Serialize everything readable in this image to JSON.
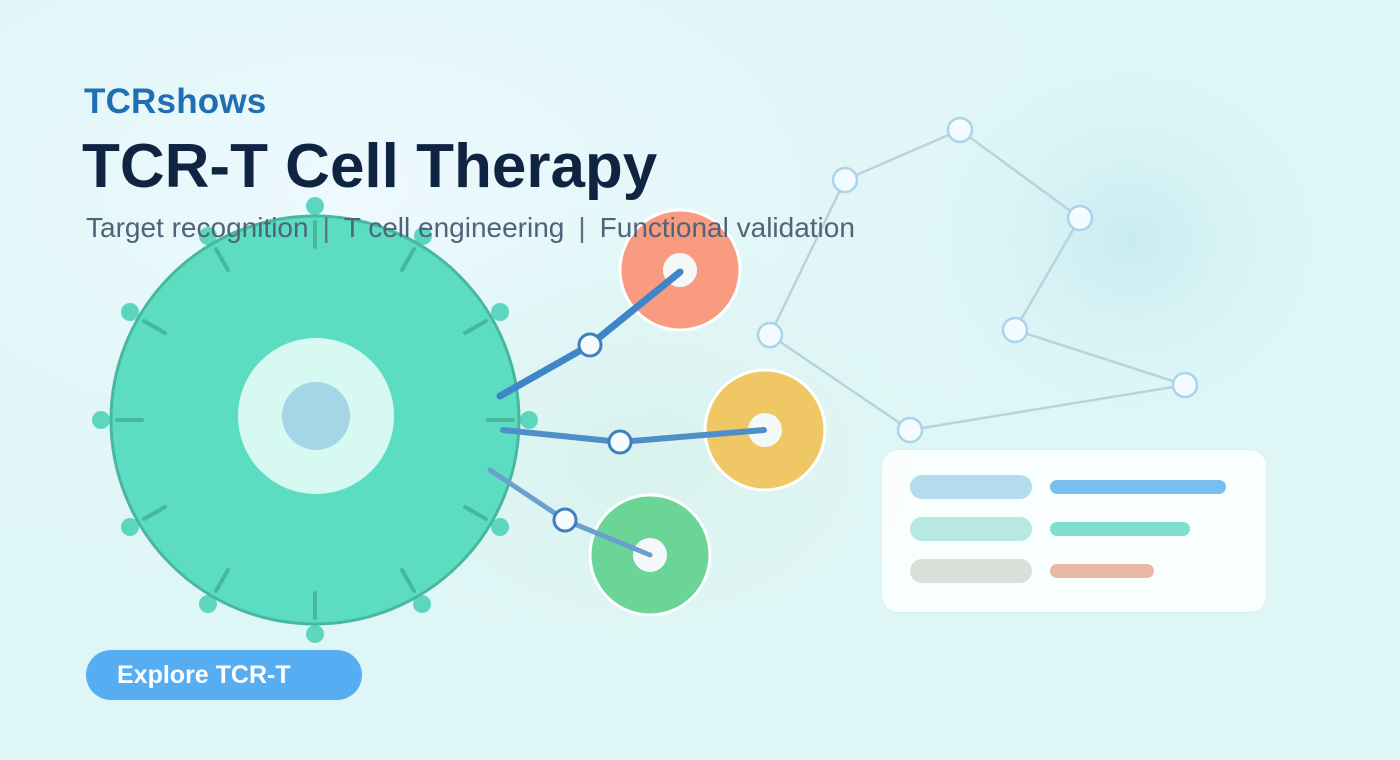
{
  "header": {
    "brand": "TCRshows",
    "title": "TCR-T Cell Therapy",
    "subtitle_items": [
      "Target recognition",
      "T cell engineering",
      "Functional validation"
    ],
    "separator": "|"
  },
  "cta": {
    "label": "Explore TCR-T"
  },
  "icons": [
    "t-cell-icon",
    "target-cell-icon",
    "network-graph-icon"
  ],
  "colors": {
    "brand": "#1f6fb2",
    "title": "#0f2440",
    "subtitle": "#4f6478",
    "cta_background": "#56adf2",
    "t_cell": "#5cddc1",
    "target_coral": "#f89b80",
    "target_yellow": "#efc865",
    "target_green": "#6bd497",
    "connector": "#3f84c6"
  }
}
